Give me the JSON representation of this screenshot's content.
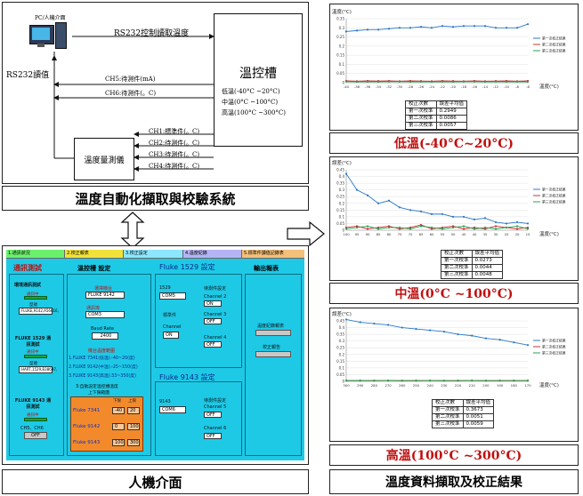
{
  "system": {
    "pc_label": "PC/人機介面",
    "rs232_read_label": "RS232讀值",
    "rs232_ctrl_label": "RS232控制讀取溫度",
    "chamber_title": "溫控槽",
    "chamber_low": "低溫(-40°C ~20°C)",
    "chamber_mid": "中溫(0°C ~100°C)",
    "chamber_high": "高溫(100°C ~300°C)",
    "ch5": "CH5:待測件(mA)",
    "ch6": "CH6:待測件(。C)",
    "ch1": "CH1:標準件(。C)",
    "ch2": "CH2:待測件(。C)",
    "ch3": "CH3:待測件(。C)",
    "ch4": "CH4:待測件(。C)",
    "meter": "溫度量測儀",
    "caption": "溫度自動化擷取與校驗系統"
  },
  "hmi": {
    "caption": "人機介面",
    "tabs": [
      "1.通訊狀況",
      "2.校正報表",
      "3.校正設定",
      "4.溫度紀錄",
      "5.標準件讀值記錄表"
    ],
    "sections": {
      "comm": "通訊測試",
      "chamber": "溫控槽 設定",
      "f1529": "Fluke 1529 設定",
      "report": "輸出報表",
      "f9143": "Fluke 9143 設定"
    },
    "comm": {
      "ring": "環境通訊測試",
      "conn1": "通訊中",
      "model1": "型號",
      "model1_val": "FLUKE,9142,A56616,",
      "f1529": "FLUKE 1529 通訊測試",
      "conn2": "通訊中",
      "model2": "型號",
      "model2_val": "HART,1529,B38697,",
      "f9143": "FLUKE 9143 通訊測試",
      "conn3": "通訊中",
      "ch56": "CH5、CH6",
      "off": "OFF"
    },
    "chamber": {
      "choose": "選擇機台",
      "machine": "FLUKE 9142",
      "port_lbl": "通訊埠",
      "port": "COM3",
      "baud_lbl": "Baud Rate",
      "baud": "2400",
      "range_lbl": "機台溫度範圍",
      "r1": "1.FLUKE 7341(低溫):-40~20(度)",
      "r2": "2.FLUKE 9142(中溫):-25~150(度)",
      "r3": "3.FLUKE 9143(高溫):33~350(度)",
      "auto": "3:自動設定溫控槽溫度",
      "limits": "上下限範圍",
      "col_low": "下限",
      "col_high": "上限",
      "rows": [
        {
          "name": "Fluke 7341",
          "low": "-40",
          "high": "20"
        },
        {
          "name": "Fluke 9142",
          "low": "0",
          "high": "100"
        },
        {
          "name": "Fluke 9143",
          "low": "100",
          "high": "300"
        }
      ]
    },
    "f1529": {
      "port_lbl": "1529",
      "port": "COM5",
      "std": "標準件",
      "ch": "Channel",
      "ch_val": "ON",
      "set_lbl": "待測件設定",
      "c2": "Channel 2",
      "c2v": "ON",
      "c3": "Channel 3",
      "c3v": "OFF",
      "c4": "Channel 4",
      "c4v": "OFF"
    },
    "f9143": {
      "port_lbl": "9143",
      "port": "COM6",
      "set_lbl": "待測件設定",
      "c5": "Channel 5",
      "c5v": "OFF",
      "c6": "Channel 6",
      "c6v": "OFF"
    },
    "report": {
      "rec": "溫度紀錄報表",
      "cal": "校正報告"
    }
  },
  "results": {
    "caption": "溫度資料擷取及校正結果",
    "charts": [
      {
        "caption": "低溫(-40°C~20°C)",
        "ylabel": "溫度(°C)",
        "xlabel": "溫度(°C)",
        "ticks_x": [
          "-40",
          "-38",
          "-36",
          "-34",
          "-32",
          "-30",
          "-28",
          "-26",
          "-24",
          "-22",
          "-20",
          "-18",
          "-16",
          "-14",
          "-12",
          "-10",
          "-8",
          "-6"
        ],
        "ticks_y": [
          "0",
          "0.05",
          "0.1",
          "0.15",
          "0.2",
          "0.25",
          "0.3",
          "0.35"
        ],
        "legend": [
          "第一次校正結果",
          "第二次校正結果",
          "第三次校正結果"
        ],
        "table_head": [
          "校正次數",
          "誤差平均值"
        ],
        "table_rows": [
          [
            "第一次校準",
            "0.2949"
          ],
          [
            "第二次校準",
            "0.0086"
          ],
          [
            "第三次校準",
            "0.0057"
          ]
        ]
      },
      {
        "caption": "中溫(0°C ~100°C)",
        "ylabel": "誤差(°C)",
        "xlabel": "溫度(°C)",
        "ticks_x": [
          "100",
          "95",
          "90",
          "85",
          "80",
          "75",
          "70",
          "65",
          "60",
          "55",
          "50",
          "45",
          "40",
          "35",
          "30",
          "25",
          "20",
          "15"
        ],
        "ticks_y": [
          "0",
          "0.05",
          "0.1",
          "0.15",
          "0.2",
          "0.25",
          "0.3",
          "0.35",
          "0.4",
          "0.45"
        ],
        "legend": [
          "第一次校正結果",
          "第二次校正結果",
          "第三次校正結果"
        ],
        "table_head": [
          "校正次數",
          "誤差平均值"
        ],
        "table_rows": [
          [
            "第一次校準",
            "0.0273"
          ],
          [
            "第二次校準",
            "0.0044"
          ],
          [
            "第三次校準",
            "0.0048"
          ]
        ]
      },
      {
        "caption": "高溫(100°C ~300°C)",
        "ylabel": "誤差(°C)",
        "xlabel": "溫度(°C)",
        "ticks_x": [
          "300",
          "290",
          "280",
          "270",
          "260",
          "250",
          "240",
          "230",
          "220",
          "210",
          "200",
          "190",
          "180",
          "170"
        ],
        "ticks_y": [
          "0",
          "0.05",
          "0.1",
          "0.15",
          "0.2",
          "0.25",
          "0.3",
          "0.35",
          "0.4",
          "0.45"
        ],
        "legend": [
          "第一次校正結果",
          "第二次校正結果",
          "第三次校正結果"
        ],
        "table_head": [
          "校正次數",
          "誤差平均值"
        ],
        "table_rows": [
          [
            "第一次校準",
            "0.3673"
          ],
          [
            "第二次校準",
            "0.0051"
          ],
          [
            "第三次校準",
            "0.0059"
          ]
        ]
      }
    ]
  },
  "chart_data": [
    {
      "type": "line",
      "ylim": [
        0,
        0.35
      ],
      "x": [
        -40,
        -38,
        -36,
        -34,
        -32,
        -30,
        -28,
        -26,
        -24,
        -22,
        -20,
        -18,
        -16,
        -14,
        -12,
        -10,
        -8,
        -6
      ],
      "series": [
        {
          "name": "第一次校正結果",
          "color": "#2a78c8",
          "values": [
            0.28,
            0.285,
            0.29,
            0.29,
            0.295,
            0.3,
            0.3,
            0.305,
            0.3,
            0.31,
            0.305,
            0.31,
            0.31,
            0.31,
            0.3,
            0.3,
            0.3,
            0.32
          ]
        },
        {
          "name": "第二次校正結果",
          "color": "#c83030",
          "values": [
            0.01,
            0.008,
            0.01,
            0.009,
            0.01,
            0.008,
            0.01,
            0.009,
            0.008,
            0.01,
            0.009,
            0.008,
            0.01,
            0.008,
            0.009,
            0.01,
            0.008,
            0.01
          ]
        },
        {
          "name": "第三次校正結果",
          "color": "#2aa050",
          "values": [
            0.006,
            0.005,
            0.006,
            0.005,
            0.006,
            0.006,
            0.005,
            0.006,
            0.005,
            0.006,
            0.005,
            0.006,
            0.006,
            0.005,
            0.006,
            0.005,
            0.006,
            0.005
          ]
        }
      ]
    },
    {
      "type": "line",
      "ylim": [
        0,
        0.45
      ],
      "x": [
        100,
        95,
        90,
        85,
        80,
        75,
        70,
        65,
        60,
        55,
        50,
        45,
        40,
        35,
        30,
        25,
        20,
        15
      ],
      "series": [
        {
          "name": "第一次校正結果",
          "color": "#2a78c8",
          "values": [
            0.42,
            0.3,
            0.26,
            0.2,
            0.22,
            0.17,
            0.15,
            0.14,
            0.12,
            0.12,
            0.1,
            0.1,
            0.08,
            0.09,
            0.06,
            0.05,
            0.06,
            0.05
          ]
        },
        {
          "name": "第二次校正結果",
          "color": "#c83030",
          "values": [
            0.02,
            0.03,
            0.01,
            0.02,
            0.03,
            0.01,
            0.02,
            0.04,
            0.01,
            0.02,
            0.03,
            0.01,
            0.02,
            0.01,
            0.03,
            0.02,
            0.01,
            0.02
          ]
        },
        {
          "name": "第三次校正結果",
          "color": "#2aa050",
          "values": [
            0.01,
            0.02,
            0.03,
            0.01,
            0.02,
            0.02,
            0.01,
            0.03,
            0.02,
            0.01,
            0.02,
            0.03,
            0.01,
            0.02,
            0.01,
            0.02,
            0.03,
            0.01
          ]
        }
      ]
    },
    {
      "type": "line",
      "ylim": [
        0,
        0.45
      ],
      "x": [
        300,
        290,
        280,
        270,
        260,
        250,
        240,
        230,
        220,
        210,
        200,
        190,
        180,
        170
      ],
      "series": [
        {
          "name": "第一次校正結果",
          "color": "#2a78c8",
          "values": [
            0.46,
            0.44,
            0.43,
            0.42,
            0.4,
            0.39,
            0.38,
            0.37,
            0.35,
            0.34,
            0.32,
            0.31,
            0.29,
            0.27
          ]
        },
        {
          "name": "第二次校正結果",
          "color": "#c83030",
          "values": [
            0.005,
            0.006,
            0.005,
            0.006,
            0.005,
            0.005,
            0.006,
            0.005,
            0.005,
            0.006,
            0.005,
            0.005,
            0.005,
            0.006
          ]
        },
        {
          "name": "第三次校正結果",
          "color": "#2aa050",
          "values": [
            0.006,
            0.005,
            0.006,
            0.006,
            0.005,
            0.006,
            0.006,
            0.005,
            0.006,
            0.006,
            0.005,
            0.006,
            0.006,
            0.005
          ]
        }
      ]
    }
  ]
}
